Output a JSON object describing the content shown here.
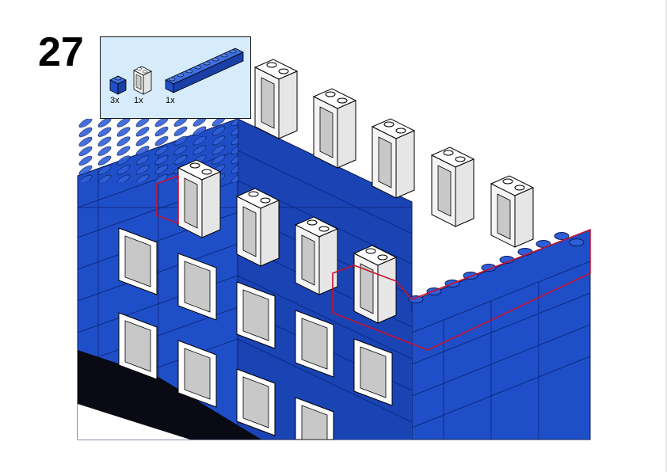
{
  "instruction": {
    "step_number": "27"
  },
  "parts_list": {
    "items": [
      {
        "icon": "blue-brick-1x1-icon",
        "quantity": "3x",
        "color": "#1f4fc8"
      },
      {
        "icon": "white-window-1x2x2-icon",
        "quantity": "1x",
        "color": "#ffffff"
      },
      {
        "icon": "blue-brick-1x8-icon",
        "quantity": "1x",
        "color": "#1f4fc8"
      }
    ]
  },
  "colors": {
    "brick_blue": "#1f4fc8",
    "brick_blue_dark": "#1a3fa6",
    "window_white": "#ffffff",
    "glass_grey": "#c8c8c8",
    "highlight_red": "#c8102e",
    "base_black": "#0a0a14",
    "parts_box_bg": "#d6ecfb"
  }
}
